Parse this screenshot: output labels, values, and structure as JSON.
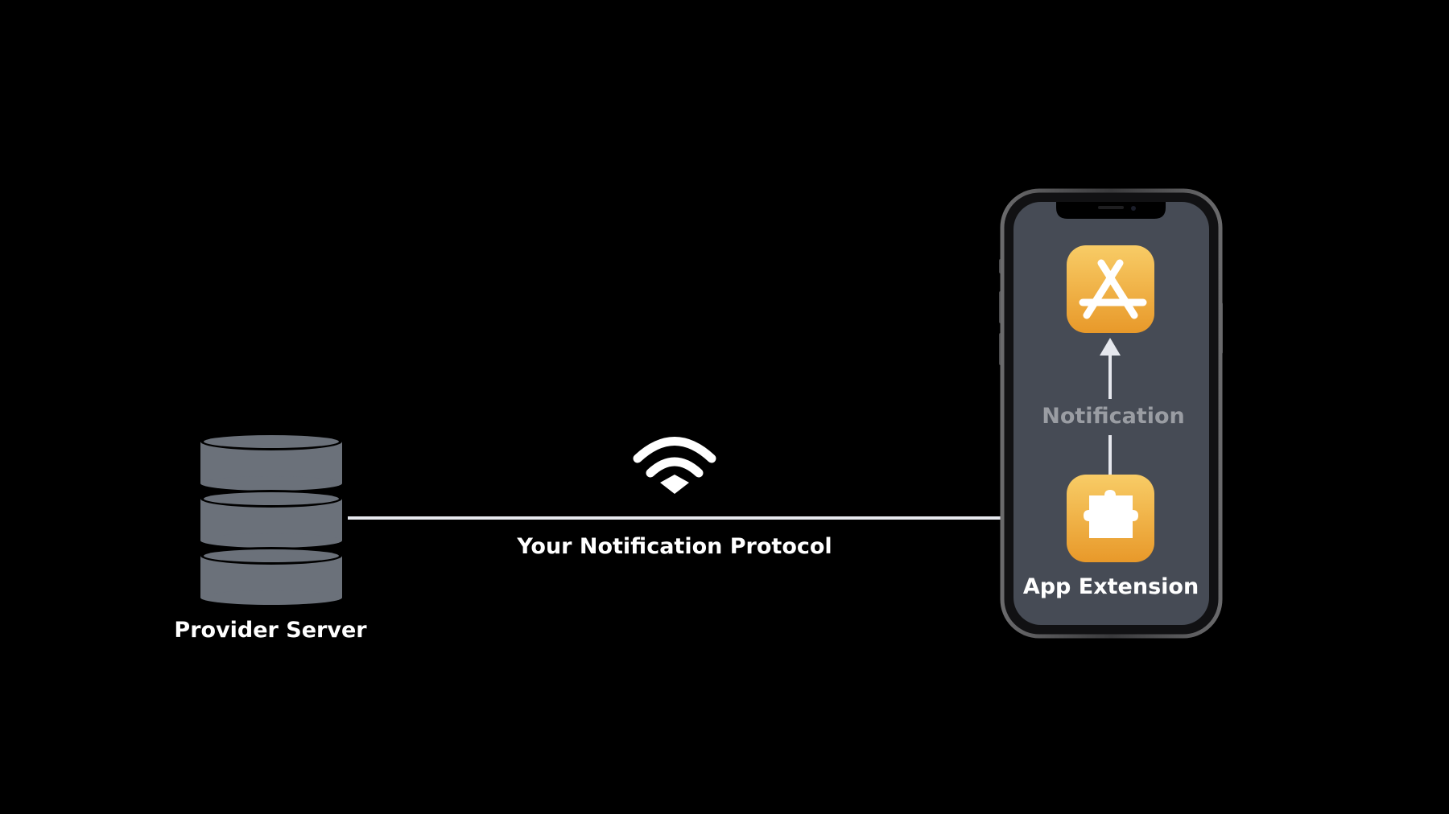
{
  "labels": {
    "provider": "Provider Server",
    "protocol": "Your Notification Protocol",
    "notification": "Notification",
    "extension": "App Extension"
  },
  "icons": {
    "server": "database-server-icon",
    "wifi": "wifi-icon",
    "app": "app-store-icon",
    "extension": "puzzle-piece-icon",
    "device": "iphone-icon"
  },
  "colors": {
    "background": "#000000",
    "text": "#ffffff",
    "muted_text": "#9a9da3",
    "server_fill": "#6b717a",
    "arrow": "#e6e8ee",
    "phone_screen": "#464b55",
    "app_icon_top": "#f7c75e",
    "app_icon_bottom": "#e89c2c"
  }
}
